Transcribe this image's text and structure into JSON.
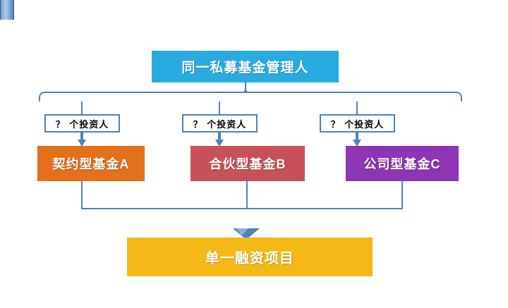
{
  "diagram": {
    "title_box": {
      "label": "同一私募基金管理人",
      "color": "#29abe2"
    },
    "investor_labels": [
      {
        "label": "？ 个投资人"
      },
      {
        "label": "？ 个投资人"
      },
      {
        "label": "？ 个投资人"
      }
    ],
    "funds": [
      {
        "label": "契约型基金A",
        "color": "#e3701a"
      },
      {
        "label": "合伙型基金B",
        "color": "#c85159"
      },
      {
        "label": "公司型基金C",
        "color": "#8c35b5"
      }
    ],
    "project_box": {
      "label": "单一融资项目",
      "color": "#f5b917"
    },
    "connector_color": "#4f81bd"
  }
}
